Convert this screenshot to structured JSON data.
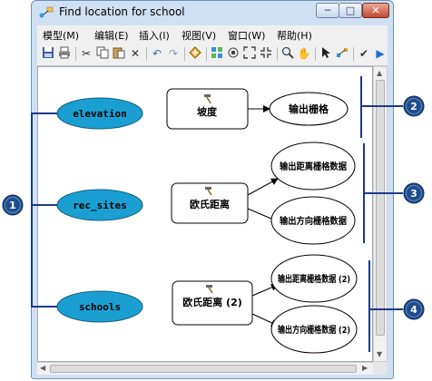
{
  "window": {
    "title": "Find location for school",
    "buttons": {
      "minimize": "─",
      "maximize": "□",
      "close": "✕"
    }
  },
  "menu": [
    "模型(M)",
    "编辑(E)",
    "插入(I)",
    "视图(V)",
    "窗口(W)",
    "帮助(H)"
  ],
  "toolbar_icons": [
    "save-icon",
    "print-icon",
    "cut-icon",
    "copy-icon",
    "paste-icon",
    "delete-icon",
    "undo-icon",
    "redo-icon",
    "add-data-icon",
    "auto-layout-icon",
    "full-extent-icon",
    "zoom-in-icon",
    "zoom-out-icon",
    "zoom-tool-icon",
    "pan-icon",
    "select-icon",
    "connect-icon",
    "validate-icon",
    "run-icon"
  ],
  "model": {
    "inputs": [
      "elevation",
      "rec_sites",
      "schools"
    ],
    "tools": [
      "坡度",
      "欧氏距离",
      "欧氏距离 (2)"
    ],
    "outputs": [
      "输出栅格",
      "输出距离栅格数据",
      "输出方向栅格数据",
      "输出距离栅格数据 (2)",
      "输出方向栅格数据 (2)"
    ]
  },
  "callouts": [
    "1",
    "2",
    "3",
    "4"
  ],
  "colors": {
    "input_fill": "#1b9fd3",
    "callout_fill": "#1f4d8c",
    "bracket": "#1a3a8a"
  }
}
